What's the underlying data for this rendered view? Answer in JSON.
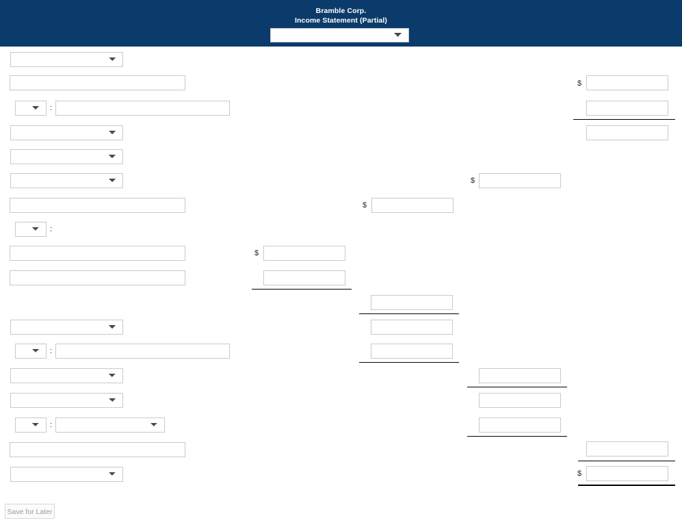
{
  "header": {
    "company": "Bramble Corp.",
    "statement": "Income Statement (Partial)",
    "period_select_value": "",
    "background_color": "#0b3b6b",
    "text_color": "#ffffff"
  },
  "symbols": {
    "dollar": "$",
    "colon": ":"
  },
  "rows": [
    {
      "id": "row-1",
      "type": "select",
      "label_value": ""
    },
    {
      "id": "row-2",
      "type": "text",
      "label_value": "",
      "amount_value": "",
      "amount_prefix": "$"
    },
    {
      "id": "row-3",
      "type": "select-colon-text",
      "select_value": "",
      "text_value": "",
      "amount_value": ""
    },
    {
      "id": "row-4",
      "type": "select",
      "label_value": "",
      "amount_value": ""
    },
    {
      "id": "row-5",
      "type": "select",
      "label_value": ""
    },
    {
      "id": "row-6",
      "type": "select",
      "label_value": "",
      "amount_value": "",
      "amount_prefix": "$"
    },
    {
      "id": "row-7",
      "type": "text",
      "label_value": "",
      "amount_value": "",
      "amount_prefix": "$"
    },
    {
      "id": "row-8",
      "type": "select-colon",
      "select_value": ""
    },
    {
      "id": "row-9",
      "type": "text",
      "label_value": "",
      "amount_value": "",
      "amount_prefix": "$"
    },
    {
      "id": "row-10",
      "type": "text",
      "label_value": "",
      "amount_value": ""
    },
    {
      "id": "row-11",
      "type": "amount-only",
      "amount_value": ""
    },
    {
      "id": "row-12",
      "type": "select",
      "label_value": "",
      "amount_value": ""
    },
    {
      "id": "row-13",
      "type": "select-colon-text",
      "select_value": "",
      "text_value": "",
      "amount_value": ""
    },
    {
      "id": "row-14",
      "type": "select",
      "label_value": "",
      "amount_value": ""
    },
    {
      "id": "row-15",
      "type": "select",
      "label_value": "",
      "amount_value": ""
    },
    {
      "id": "row-16",
      "type": "select-colon-select",
      "select_value": "",
      "select2_value": "",
      "amount_value": ""
    },
    {
      "id": "row-17",
      "type": "text",
      "label_value": "",
      "amount_value": ""
    },
    {
      "id": "row-18",
      "type": "select",
      "label_value": "",
      "amount_value": "",
      "amount_prefix": "$"
    }
  ],
  "footer": {
    "save_label": "Save for Later",
    "save_disabled": true
  }
}
